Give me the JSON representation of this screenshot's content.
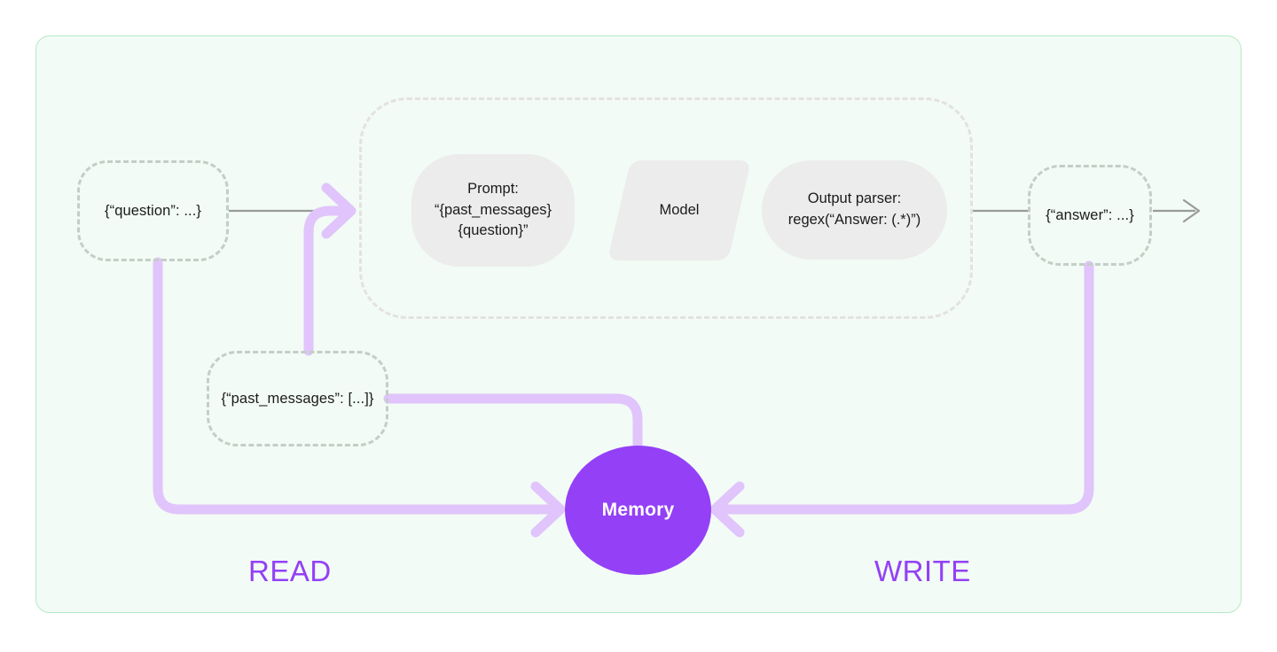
{
  "diagram": {
    "title": "Memory read/write chain diagram",
    "colors": {
      "panel_background": "#f2fbf5",
      "panel_border": "#b7e9c8",
      "memory_fill": "#9340f7",
      "memory_text": "#ffffff",
      "caption_purple": "#9340f7",
      "flow_purple": "#e0c4fb",
      "node_dash": "#c3cfc6",
      "chain_dash": "#e3e1e2",
      "component_fill": "#ececec",
      "component_text": "#1b1b1b",
      "gray_connector": "#9a9a9a"
    },
    "nodes": {
      "question": "{“question”: ...}",
      "past_messages": "{“past_messages”: [...]}",
      "answer": "{“answer”: ...}"
    },
    "chain": {
      "prompt": "Prompt:\n“{past_messages}\n{question}”",
      "prompt_lines": [
        "Prompt:",
        "“{past_messages}",
        "{question}”"
      ],
      "model": "Model",
      "output_parser_lines": [
        "Output parser:",
        "regex(“Answer: (.*)”)"
      ]
    },
    "memory": {
      "label": "Memory"
    },
    "captions": {
      "read": "READ",
      "write": "WRITE"
    },
    "edges": [
      {
        "name": "question-to-chain",
        "style": "solid-gray",
        "from": "question",
        "to": "chain"
      },
      {
        "name": "chain-to-answer",
        "style": "solid-gray",
        "from": "output-parser",
        "to": "answer"
      },
      {
        "name": "answer-to-output",
        "style": "solid-gray-arrow",
        "from": "answer",
        "to": "external-output"
      },
      {
        "name": "past-messages-to-chain",
        "style": "purple-arrow",
        "from": "past_messages",
        "to": "chain"
      },
      {
        "name": "question-to-memory-read",
        "style": "purple-arrow",
        "from": "question",
        "to": "memory"
      },
      {
        "name": "memory-to-past-messages",
        "style": "purple",
        "from": "memory",
        "to": "past_messages"
      },
      {
        "name": "answer-to-memory-write",
        "style": "purple-arrow",
        "from": "answer",
        "to": "memory"
      }
    ]
  }
}
